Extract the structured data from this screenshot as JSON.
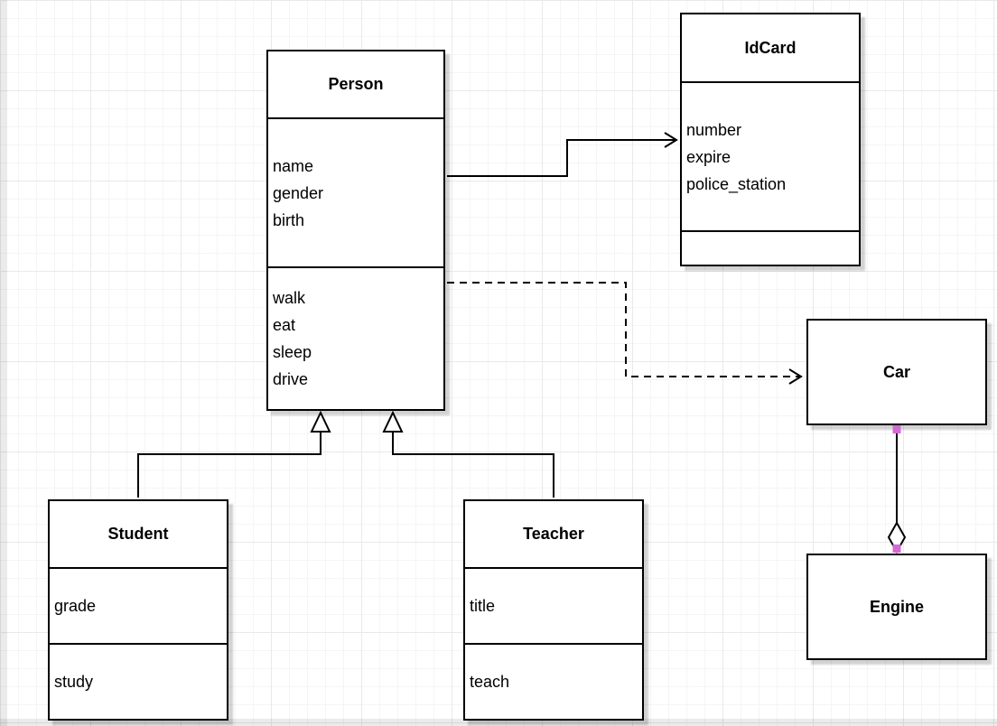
{
  "canvas": {
    "background": "#ffffff",
    "grid_minor_color": "#f5f5f5",
    "grid_major_color": "#e9e9e9"
  },
  "colors": {
    "shape_fill": "#ffffff",
    "shape_stroke": "#000000",
    "endpoint_marker": "#d46ad4"
  },
  "classes": {
    "person": {
      "title": "Person",
      "attributes": [
        "name",
        "gender",
        "birth"
      ],
      "methods": [
        "walk",
        "eat",
        "sleep",
        "drive"
      ]
    },
    "idcard": {
      "title": "IdCard",
      "attributes": [
        "number",
        "expire",
        "police_station"
      ],
      "methods": []
    },
    "car": {
      "title": "Car",
      "attributes": [],
      "methods": []
    },
    "engine": {
      "title": "Engine",
      "attributes": [],
      "methods": []
    },
    "student": {
      "title": "Student",
      "attributes": [
        "grade"
      ],
      "methods": [
        "study"
      ]
    },
    "teacher": {
      "title": "Teacher",
      "attributes": [
        "title"
      ],
      "methods": [
        "teach"
      ]
    }
  },
  "relationships": [
    {
      "from": "Person",
      "to": "IdCard",
      "type": "directed-association",
      "line": "solid",
      "arrow": "open"
    },
    {
      "from": "Person",
      "to": "Car",
      "type": "dependency",
      "line": "dashed",
      "arrow": "open"
    },
    {
      "from": "Student",
      "to": "Person",
      "type": "generalization",
      "line": "solid",
      "arrow": "hollow-triangle"
    },
    {
      "from": "Teacher",
      "to": "Person",
      "type": "generalization",
      "line": "solid",
      "arrow": "hollow-triangle"
    },
    {
      "from": "Car",
      "to": "Engine",
      "type": "aggregation",
      "line": "solid",
      "arrow": "hollow-diamond"
    }
  ]
}
